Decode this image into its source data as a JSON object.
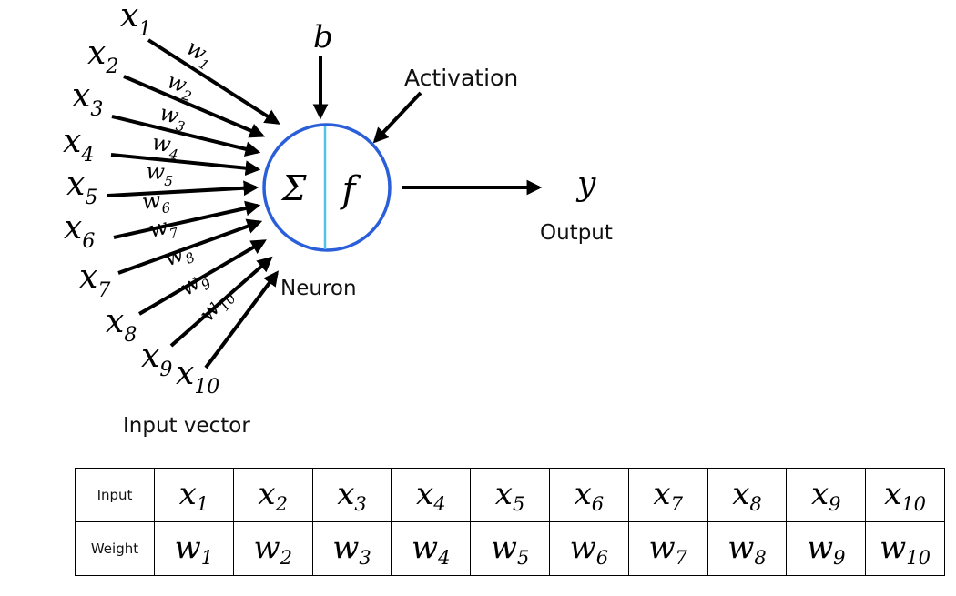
{
  "diagram": {
    "inputs": [
      {
        "symbol": "x",
        "index": "1"
      },
      {
        "symbol": "x",
        "index": "2"
      },
      {
        "symbol": "x",
        "index": "3"
      },
      {
        "symbol": "x",
        "index": "4"
      },
      {
        "symbol": "x",
        "index": "5"
      },
      {
        "symbol": "x",
        "index": "6"
      },
      {
        "symbol": "x",
        "index": "7"
      },
      {
        "symbol": "x",
        "index": "8"
      },
      {
        "symbol": "x",
        "index": "9"
      },
      {
        "symbol": "x",
        "index": "10"
      }
    ],
    "weights": [
      {
        "symbol": "w",
        "index": "1"
      },
      {
        "symbol": "w",
        "index": "2"
      },
      {
        "symbol": "w",
        "index": "3"
      },
      {
        "symbol": "w",
        "index": "4"
      },
      {
        "symbol": "w",
        "index": "5"
      },
      {
        "symbol": "w",
        "index": "6"
      },
      {
        "symbol": "w",
        "index": "7"
      },
      {
        "symbol": "w",
        "index": "8"
      },
      {
        "symbol": "w",
        "index": "9"
      },
      {
        "symbol": "w",
        "index": "10"
      }
    ],
    "bias_label": "b",
    "sum_symbol": "Σ",
    "activation_symbol": "f",
    "output_symbol": "y",
    "activation_label": "Activation",
    "output_label": "Output",
    "neuron_label": "Neuron",
    "input_vector_label": "Input vector",
    "colors": {
      "neuron_circle": "#2b5fd9",
      "neuron_divider": "#4fc3e8",
      "arrows": "#000000"
    }
  },
  "table": {
    "input_header": "Input",
    "weight_header": "Weight"
  }
}
